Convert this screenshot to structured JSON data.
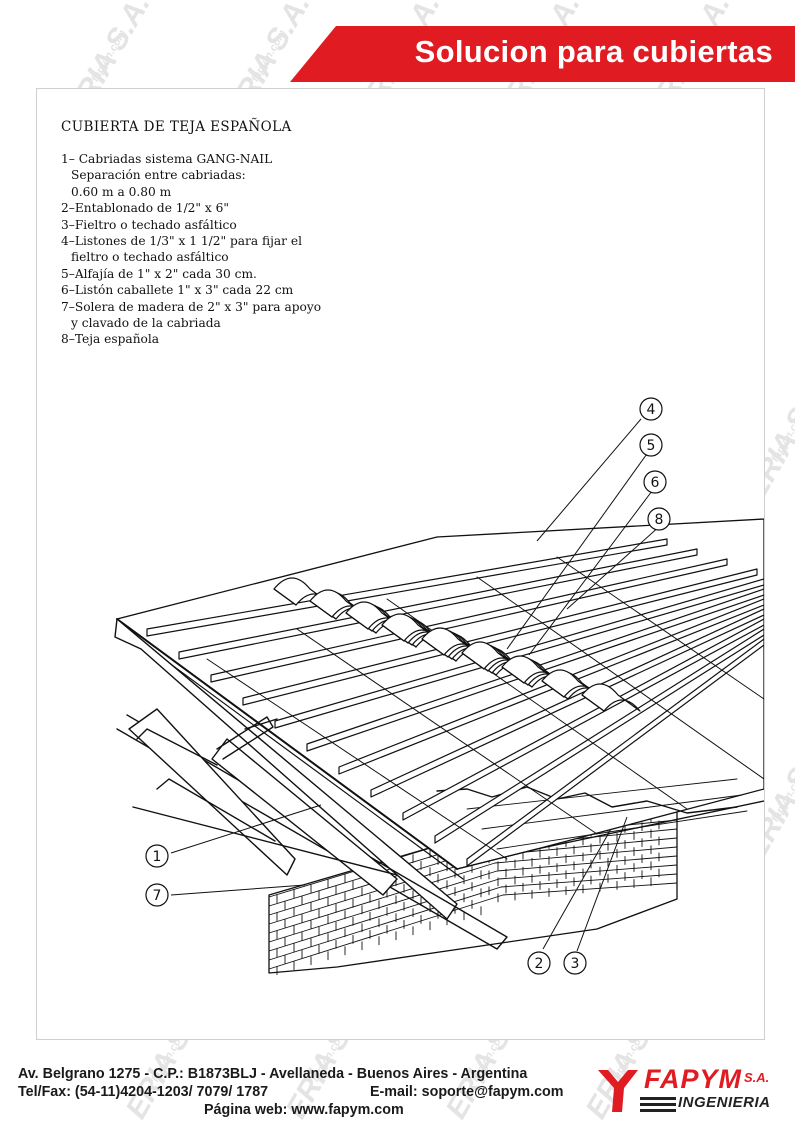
{
  "header": {
    "title": "Solucion para cubiertas"
  },
  "watermark": {
    "brand": "ERIA S.A.",
    "site": "fapym.com"
  },
  "spec": {
    "title": "CUBIERTA DE TEJA ESPAÑOLA",
    "items": [
      {
        "label": "1– Cabriadas sistema GANG-NAIL",
        "continuation": [
          "Separación entre cabriadas:",
          "0.60 m a 0.80 m"
        ]
      },
      {
        "label": "2–Entablonado de 1/2\" x 6\"",
        "continuation": []
      },
      {
        "label": "3–Fieltro o techado asfáltico",
        "continuation": []
      },
      {
        "label": "4–Listones de 1/3\" x 1 1/2\" para fijar el",
        "continuation": [
          "fieltro o techado asfáltico"
        ]
      },
      {
        "label": "5–Alfajía de 1\" x 2\" cada 30 cm.",
        "continuation": []
      },
      {
        "label": "6–Listón caballete 1\" x 3\" cada 22 cm",
        "continuation": []
      },
      {
        "label": "7–Solera de madera de 2\" x 3\" para apoyo",
        "continuation": [
          "y clavado de la cabriada"
        ]
      },
      {
        "label": "8–Teja española",
        "continuation": []
      }
    ]
  },
  "callouts": [
    "1",
    "2",
    "3",
    "4",
    "5",
    "6",
    "7",
    "8"
  ],
  "footer": {
    "address": "Av. Belgrano 1275 - C.P.: B1873BLJ - Avellaneda - Buenos Aires - Argentina",
    "phone": "Tel/Fax: (54-11)4204-1203/ 7079/ 1787",
    "email": "E-mail: soporte@fapym.com",
    "web": "Página web: www.fapym.com"
  },
  "logo": {
    "brand": "FAPYM",
    "suffix": "S.A.",
    "subtitle": "INGENIERIA"
  },
  "colors": {
    "brand_red": "#e11b22",
    "ink": "#111111",
    "watermark": "#e4e4e4"
  }
}
